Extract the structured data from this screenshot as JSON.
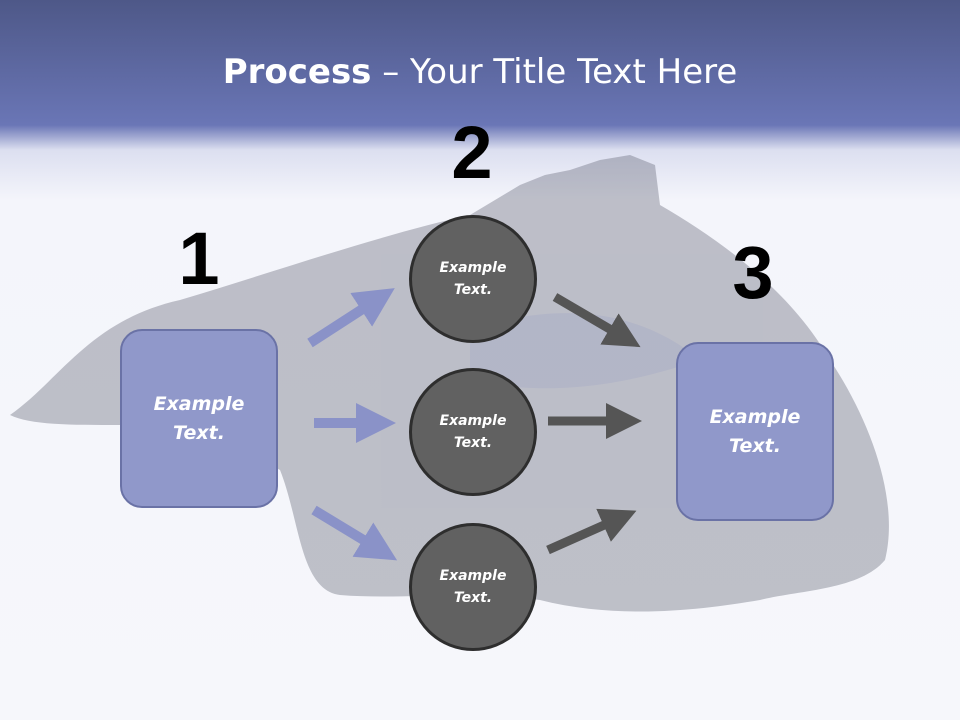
{
  "title": {
    "bold": "Process",
    "rest": " – Your Title Text Here"
  },
  "steps": [
    {
      "number": "1",
      "label": "Example\nText."
    },
    {
      "number": "2",
      "items": [
        "Example\nText.",
        "Example\nText.",
        "Example\nText."
      ]
    },
    {
      "number": "3",
      "label": "Example\nText."
    }
  ],
  "colors": {
    "box": "#9098ca",
    "circle": "#616161",
    "arrow_in": "#8a92c8",
    "arrow_out": "#555555"
  }
}
